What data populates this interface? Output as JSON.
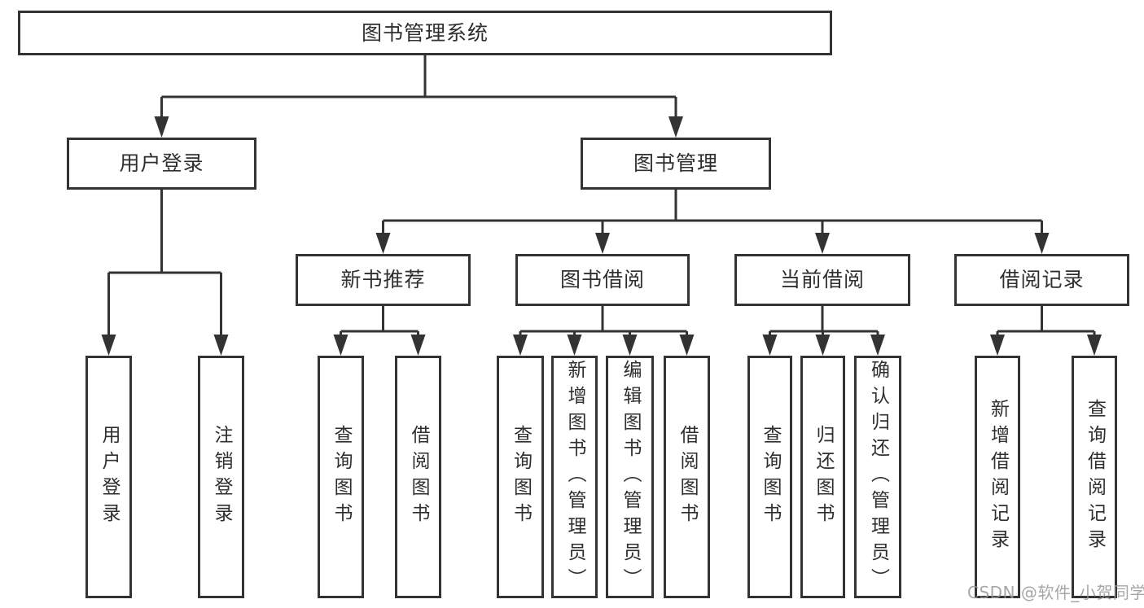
{
  "colors": {
    "line": "#333333",
    "box_border": "#333333",
    "box_background": "#ffffff",
    "text": "#2f2f2f",
    "watermark": "#969696"
  },
  "watermark": "CSDN @软件_小贺同学",
  "tree": {
    "root": "图书管理系统",
    "branches": [
      {
        "label": "用户登录",
        "leaves": [
          "用户登录",
          "注销登录"
        ]
      },
      {
        "label": "图书管理",
        "groups": [
          {
            "label": "新书推荐",
            "leaves": [
              "查询图书",
              "借阅图书"
            ]
          },
          {
            "label": "图书借阅",
            "leaves": [
              "查询图书",
              "新增图书（管理员）",
              "编辑图书（管理员）",
              "借阅图书"
            ]
          },
          {
            "label": "当前借阅",
            "leaves": [
              "查询图书",
              "归还图书",
              "确认归还（管理员）"
            ]
          },
          {
            "label": "借阅记录",
            "leaves": [
              "新增借阅记录",
              "查询借阅记录"
            ]
          }
        ]
      }
    ]
  }
}
